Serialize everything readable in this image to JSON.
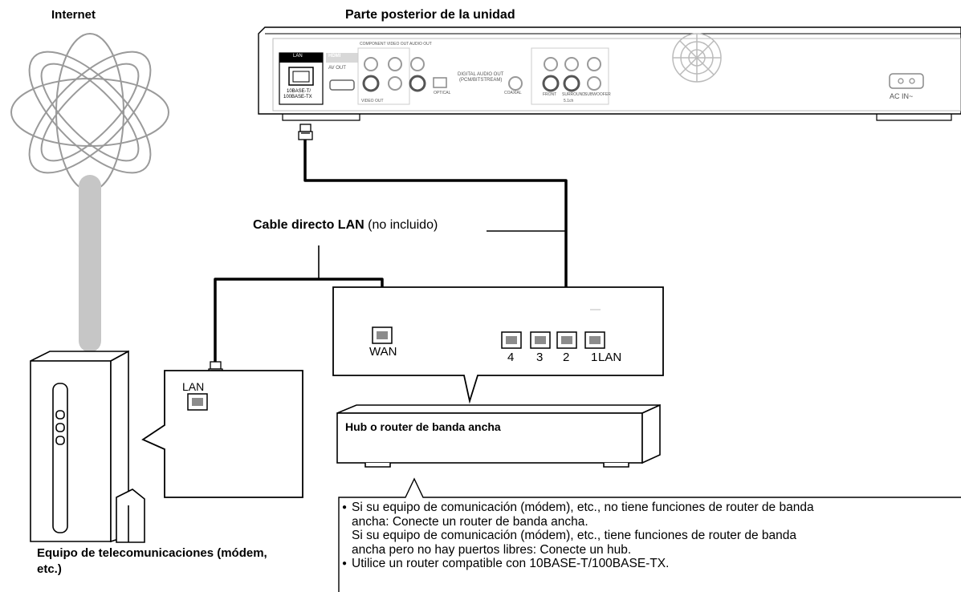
{
  "labels": {
    "internet": "Internet",
    "unit_back": "Parte posterior de la unidad",
    "cable_bold": "Cable directo LAN",
    "cable_normal": "(no incluido)",
    "modem_caption_line1": "Equipo de telecomunicaciones (módem,",
    "modem_caption_line2": "etc.)",
    "hub_label": "Hub o router de banda ancha",
    "wan": "WAN",
    "modem_lan": "LAN",
    "router_lan": "LAN",
    "router_ports": [
      "4",
      "3",
      "2",
      "1"
    ]
  },
  "unit_panel": {
    "lan": "LAN",
    "lan_spec_1": "10BASE-T/",
    "lan_spec_2": "100BASE-TX",
    "hdmi": "HDMI",
    "hdmi_sub": "AV OUT",
    "component": "COMPONENT VIDEO OUT",
    "video_out": "VIDEO OUT",
    "audio_out": "AUDIO OUT",
    "digital_audio": "DIGITAL AUDIO OUT",
    "pcm": "(PCM/BITSTREAM)",
    "optical": "OPTICAL",
    "coaxial": "COAXIAL",
    "front": "FRONT",
    "surround": "SURROUND",
    "subwoofer": "SUBWOOFER",
    "ch": "5.1ch",
    "ac_in": "AC IN~"
  },
  "notes": [
    {
      "lines": [
        "Si su equipo de comunicación (módem), etc., no tiene funciones de router de banda",
        "ancha: Conecte un router de banda ancha.",
        "Si su equipo de comunicación (módem), etc., tiene funciones de router de banda",
        "ancha pero no hay puertos libres: Conecte un hub."
      ]
    },
    {
      "lines": [
        "Utilice un router compatible con 10BASE-T/100BASE-TX."
      ]
    }
  ],
  "bullet_symbol": "●"
}
